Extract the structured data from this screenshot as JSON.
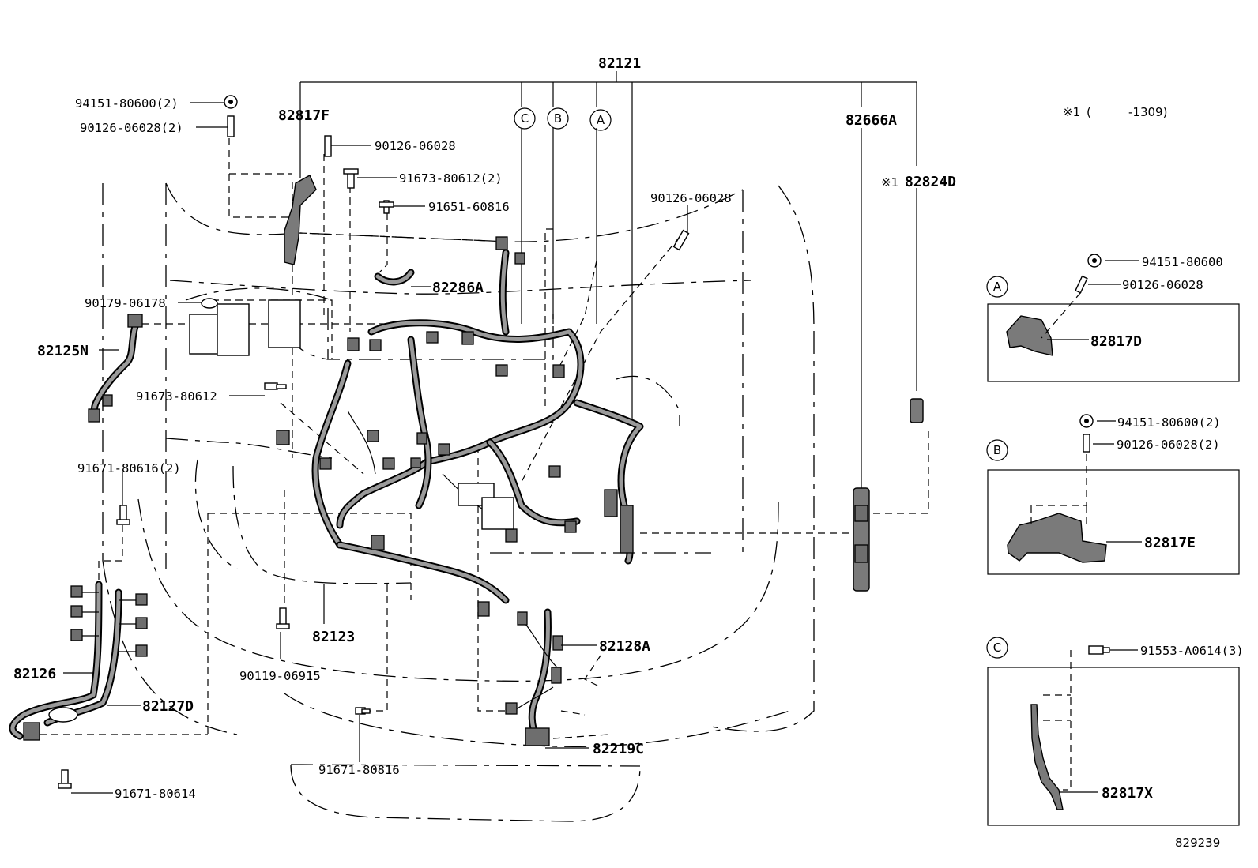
{
  "parts": {
    "p82121": "82121",
    "p82817F": "82817F",
    "p82666A": "82666A",
    "p82824D": "82824D",
    "p82824D_mark": "※1",
    "p82286A": "82286A",
    "p82125N": "82125N",
    "p82123": "82123",
    "p82126": "82126",
    "p82127D": "82127D",
    "p82128A": "82128A",
    "p82219C": "82219C",
    "p82817D": "82817D",
    "p82817E": "82817E",
    "p82817X": "82817X"
  },
  "fasteners": {
    "f94151_80600_2": "94151-80600(2)",
    "f90126_06028_2": "90126-06028(2)",
    "f90126_06028_a": "90126-06028",
    "f91673_80612_2": "91673-80612(2)",
    "f91651_60816": "91651-60816",
    "f90126_06028_b": "90126-06028",
    "f90179_06178": "90179-06178",
    "f91673_80612": "91673-80612",
    "f91671_80616_2": "91671-80616(2)",
    "f90119_06915": "90119-06915",
    "f91671_80816": "91671-80816",
    "f91671_80614": "91671-80614"
  },
  "callouts": {
    "a": "A",
    "b": "B",
    "c": "C"
  },
  "note": {
    "mark": "※1",
    "paren_open": "(",
    "text": "-1309)"
  },
  "inset_a": {
    "f1": "94151-80600",
    "f2": "90126-06028"
  },
  "inset_b": {
    "f1": "94151-80600(2)",
    "f2": "90126-06028(2)"
  },
  "inset_c": {
    "f1": "91553-A0614(3)"
  },
  "figure_number": "829239"
}
